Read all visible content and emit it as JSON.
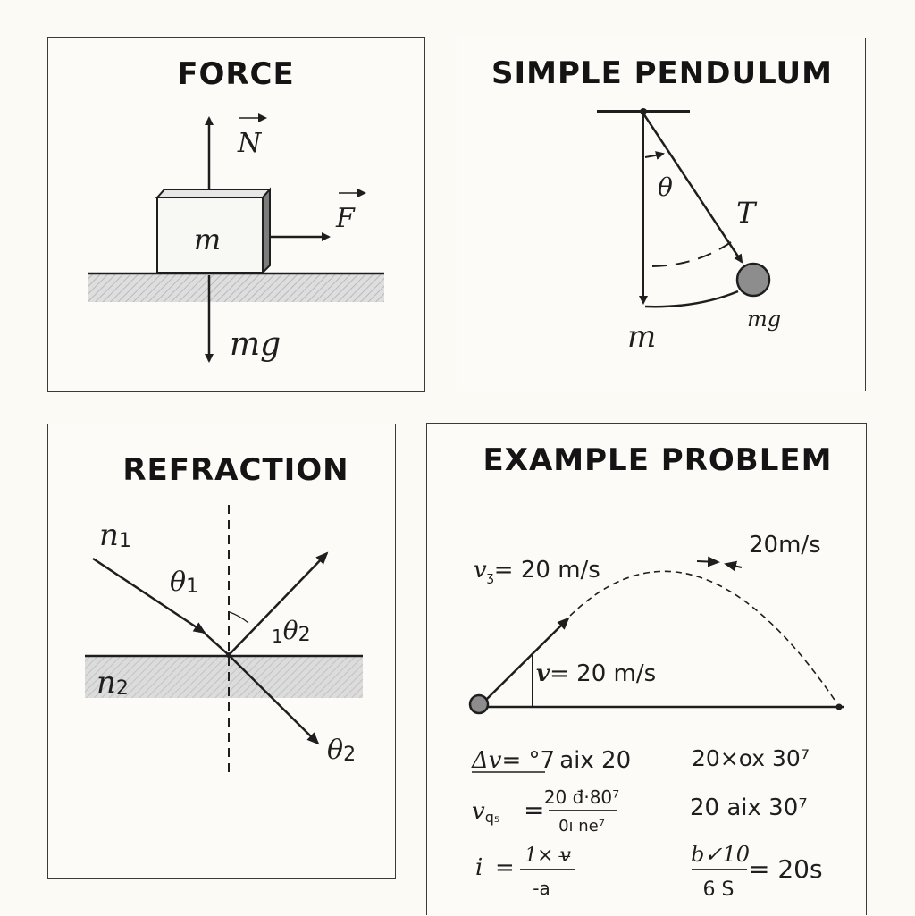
{
  "force": {
    "title": "FORCE",
    "normal_label": "N",
    "force_label": "F",
    "mass_label": "m",
    "weight_label": "mg"
  },
  "pendulum": {
    "title": "SIMPLE PENDULUM",
    "theta_label": "θ",
    "tension_label": "T",
    "mass_label": "m",
    "weight_label": "mg"
  },
  "refraction": {
    "title": "REFRACTION",
    "n1_label": "n",
    "n1_sub": "1",
    "n2_label": "n",
    "n2_sub": "2",
    "theta1_label": "θ",
    "theta1_sub": "1",
    "theta2_pre": "1",
    "theta2_label": "θ",
    "theta2_sub": "2",
    "theta3_label": "θ",
    "theta3_sub": "2"
  },
  "example": {
    "title": "EXAMPLE PROBLEM",
    "v0_var": "v",
    "v0_value": "= 20 m/s",
    "v_apex": "20m/s",
    "v_var": "v",
    "v_value": "= 20 m/s",
    "eq1_left": "Δv",
    "eq1_right": "= °7 aix 20",
    "eq1_col2": "20×ox 30⁷",
    "eq2_left": "v",
    "eq2_sub": "q₅",
    "eq2_eq": "=",
    "eq2_num": "20 đ·80⁷",
    "eq2_den": "0ı ne⁷",
    "eq2_col2": "20 aix 30⁷",
    "eq3_left": "i",
    "eq3_eq": "=",
    "eq3_num": "1× v̶",
    "eq3_den": "-a",
    "eq3_col2_num": "b✓10",
    "eq3_col2_den": "6 S",
    "eq3_col2_result": "= 20s"
  },
  "colors": {
    "ink": "#1e1e1e",
    "panel_border": "#3a3a3a",
    "ground_shade": "#cfcfcf",
    "bob_fill": "#8d8d8d"
  }
}
